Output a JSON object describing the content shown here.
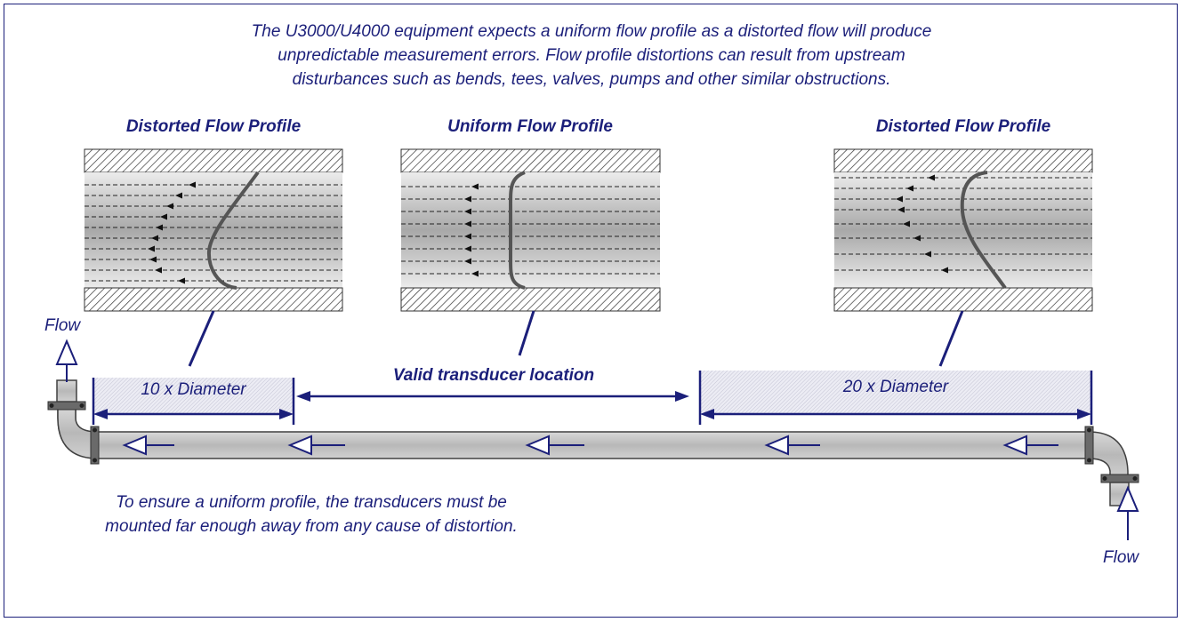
{
  "intro": {
    "line1": "The U3000/U4000 equipment expects a uniform flow profile as a distorted flow will produce",
    "line2": "unpredictable measurement errors. Flow profile distortions can result from upstream",
    "line3": "disturbances such as bends, tees, valves, pumps and other similar obstructions."
  },
  "profiles": {
    "left_title": "Distorted Flow Profile",
    "center_title": "Uniform Flow Profile",
    "right_title": "Distorted Flow Profile"
  },
  "labels": {
    "flow_left": "Flow",
    "flow_right": "Flow",
    "diameter_left": "10 x Diameter",
    "diameter_right": "20 x Diameter",
    "valid_location": "Valid transducer location"
  },
  "footer": {
    "line1": "To ensure a uniform profile, the transducers must be",
    "line2": "mounted far enough away from any cause of distortion."
  },
  "colors": {
    "text": "#1b1f7a",
    "pipe": "#c8c8c8",
    "pipe_edge": "#404040",
    "curve": "#555555"
  }
}
